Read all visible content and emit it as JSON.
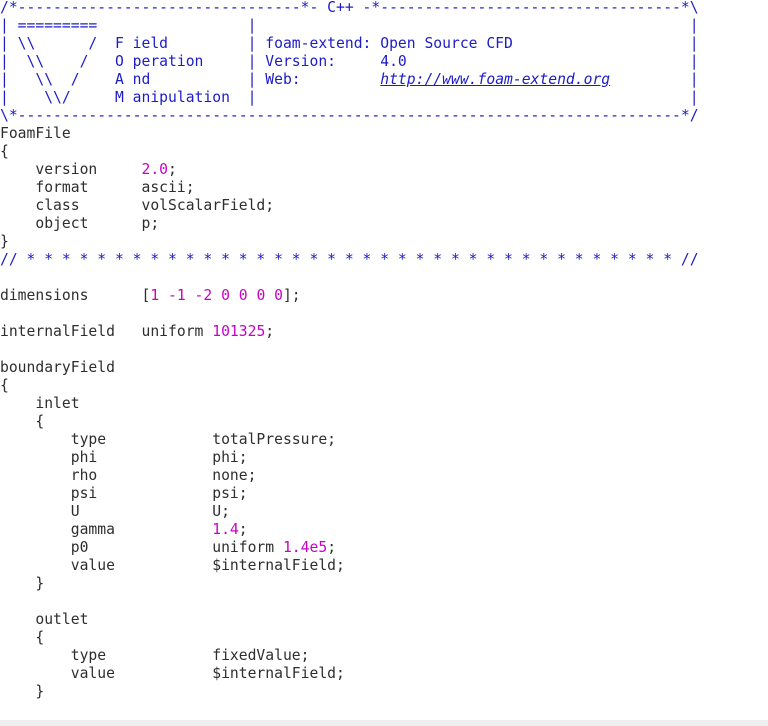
{
  "lines": [
    [
      [
        "/*--------------------------------*- C++ -*----------------------------------*\\",
        "c"
      ]
    ],
    [
      [
        "| =========                 |                                                 |",
        "c"
      ]
    ],
    [
      [
        "| \\\\      /  F ield         | foam-extend: Open Source CFD                    |",
        "c"
      ]
    ],
    [
      [
        "|  \\\\    /   O peration     | Version:     4.0                                |",
        "c"
      ]
    ],
    [
      [
        "|   \\\\  /    A nd           | Web:         ",
        "c"
      ],
      [
        "http://www.foam-extend.org",
        "u"
      ],
      [
        "         |",
        "c"
      ]
    ],
    [
      [
        "|    \\\\/     M anipulation  |                                                 |",
        "c"
      ]
    ],
    [
      [
        "\\*---------------------------------------------------------------------------*/",
        "c"
      ]
    ],
    [
      [
        "FoamFile",
        "t"
      ]
    ],
    [
      [
        "{",
        "t"
      ]
    ],
    [
      [
        "    version     ",
        "t"
      ],
      [
        "2.0",
        "n"
      ],
      [
        ";",
        "t"
      ]
    ],
    [
      [
        "    format      ascii;",
        "t"
      ]
    ],
    [
      [
        "    class       volScalarField;",
        "t"
      ]
    ],
    [
      [
        "    object      p;",
        "t"
      ]
    ],
    [
      [
        "}",
        "t"
      ]
    ],
    [
      [
        "// * * * * * * * * * * * * * * * * * * * * * * * * * * * * * * * * * * * * * //",
        "c"
      ]
    ],
    [
      [
        "",
        "t"
      ]
    ],
    [
      [
        "dimensions      [",
        "t"
      ],
      [
        "1 -1 -2 0 0 0 0",
        "n"
      ],
      [
        "];",
        "t"
      ]
    ],
    [
      [
        "",
        "t"
      ]
    ],
    [
      [
        "internalField   uniform ",
        "t"
      ],
      [
        "101325",
        "n"
      ],
      [
        ";",
        "t"
      ]
    ],
    [
      [
        "",
        "t"
      ]
    ],
    [
      [
        "boundaryField",
        "t"
      ]
    ],
    [
      [
        "{",
        "t"
      ]
    ],
    [
      [
        "    inlet",
        "t"
      ]
    ],
    [
      [
        "    {",
        "t"
      ]
    ],
    [
      [
        "        type            totalPressure;",
        "t"
      ]
    ],
    [
      [
        "        phi             phi;",
        "t"
      ]
    ],
    [
      [
        "        rho             none;",
        "t"
      ]
    ],
    [
      [
        "        psi             psi;",
        "t"
      ]
    ],
    [
      [
        "        U               U;",
        "t"
      ]
    ],
    [
      [
        "        gamma           ",
        "t"
      ],
      [
        "1.4",
        "n"
      ],
      [
        ";",
        "t"
      ]
    ],
    [
      [
        "        p0              uniform ",
        "t"
      ],
      [
        "1.4e5",
        "n"
      ],
      [
        ";",
        "t"
      ]
    ],
    [
      [
        "        value           $internalField;",
        "t"
      ]
    ],
    [
      [
        "    }",
        "t"
      ]
    ],
    [
      [
        "",
        "t"
      ]
    ],
    [
      [
        "    outlet",
        "t"
      ]
    ],
    [
      [
        "    {",
        "t"
      ]
    ],
    [
      [
        "        type            fixedValue;",
        "t"
      ]
    ],
    [
      [
        "        value           $internalField;",
        "t"
      ]
    ],
    [
      [
        "    }",
        "t"
      ]
    ]
  ]
}
